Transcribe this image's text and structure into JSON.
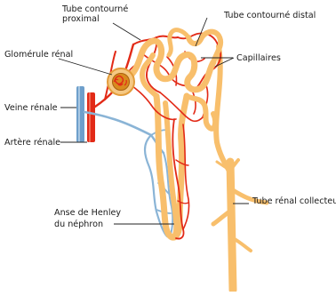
{
  "labels": {
    "proximal_tubule": [
      "Tube contourné",
      "proximal"
    ],
    "distal_tubule": "Tube contourné distal",
    "glomerulus": "Glomérule rénal",
    "capillaries": "Capillaires",
    "renal_vein": "Veine rénale",
    "renal_artery": "Artère rénale",
    "loop_of_henle": [
      "Anse de Henley",
      "du néphron"
    ],
    "collecting_duct": "Tube rénal collecteur"
  },
  "colors": {
    "tubule": "#f8bf6c",
    "tubule_edge": "#e39d3b",
    "artery": "#e22a17",
    "vein": "#8ab4d6",
    "vein_vessel": "#6e9fcb",
    "glomerulus_core": "#d98a1e",
    "capsule": "#f5c883",
    "text": "#1a1a1a"
  }
}
